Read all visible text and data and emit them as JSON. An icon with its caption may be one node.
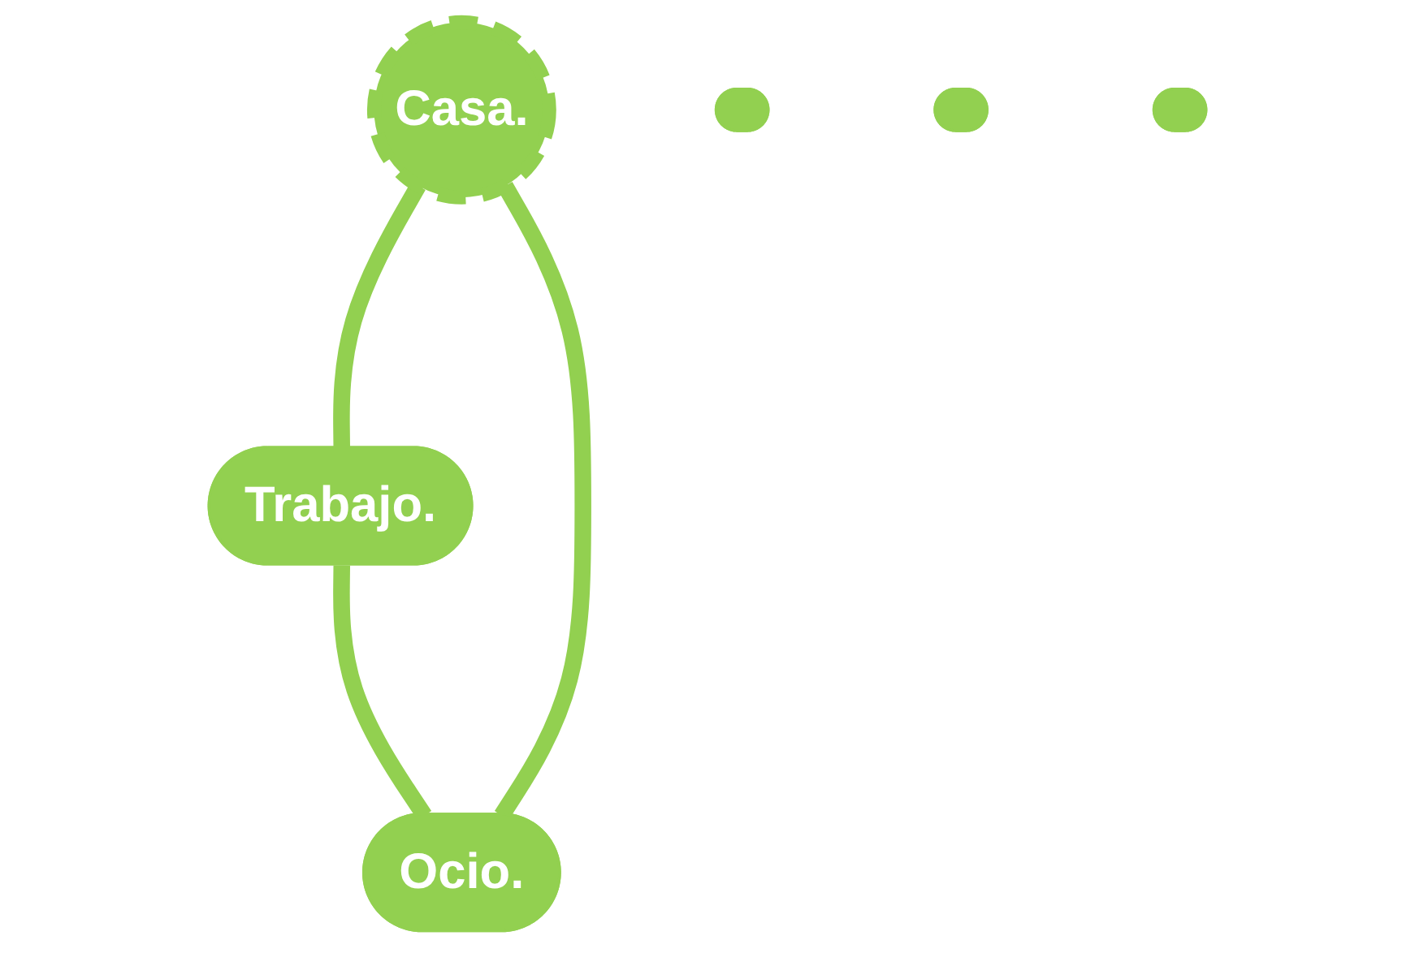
{
  "diagram": {
    "nodes": [
      {
        "text": [
          "Casa."
        ]
      },
      {
        "text": [
          "Trabajo."
        ]
      },
      {
        "text": [],
        "shape": "ellipse"
      },
      {
        "text": [],
        "shape": "ellipse"
      },
      {
        "text": [],
        "shape": "ellipse"
      },
      {
        "text": [
          "Ocio."
        ]
      }
    ],
    "edges": [
      {
        "from": 0,
        "to": 1,
        "arrow": "none"
      },
      {
        "from": 1,
        "to": 5,
        "arrow": "none"
      },
      {
        "from": 0,
        "to": 5,
        "arrow": "none"
      }
    ]
  }
}
